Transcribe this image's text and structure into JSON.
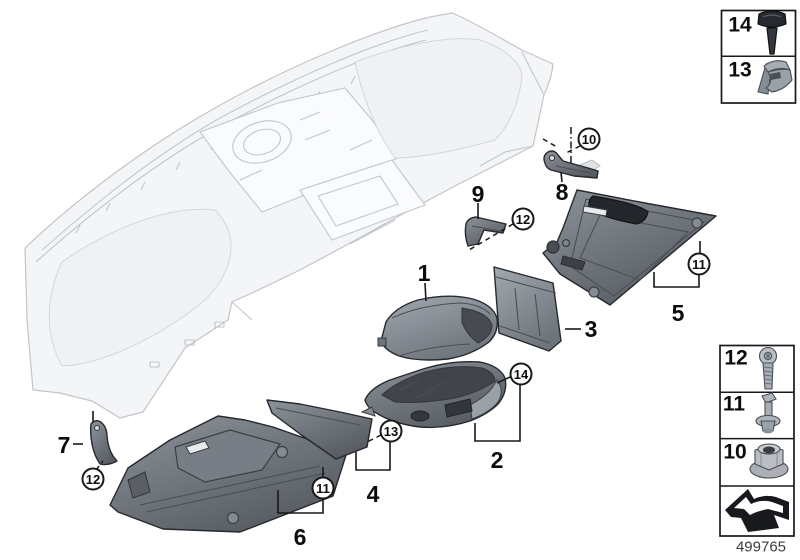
{
  "figure": {
    "title": "instrument-panel-mounting-parts-exploded-diagram",
    "drawing_number": "499765",
    "callouts": {
      "n1": "1",
      "n2": "2",
      "n3": "3",
      "n4": "4",
      "n5": "5",
      "n6": "6",
      "n7": "7",
      "n8": "8",
      "n9": "9"
    },
    "circled_callouts": {
      "c10": "10",
      "c11a": "11",
      "c11b": "11",
      "c12a": "12",
      "c12b": "12",
      "c13": "13",
      "c14": "14"
    },
    "legend": {
      "top_box": [
        {
          "num": "14",
          "icon": "push-pin"
        },
        {
          "num": "13",
          "icon": "metal-clip"
        }
      ],
      "bottom_box": [
        {
          "num": "12",
          "icon": "torx-screw"
        },
        {
          "num": "11",
          "icon": "expanding-rivet"
        },
        {
          "num": "10",
          "icon": "hex-flange-nut"
        },
        {
          "num": "",
          "icon": "direction-arrow"
        }
      ]
    },
    "colors": {
      "part_base": "#6e747b",
      "part_light": "#9aa0a7",
      "part_dark": "#3f444a",
      "outline": "#26292e",
      "ghost_line": "#c2c5c9",
      "ghost_fill": "#f4f5f7",
      "callout_ink": "#0b0c0d"
    }
  }
}
